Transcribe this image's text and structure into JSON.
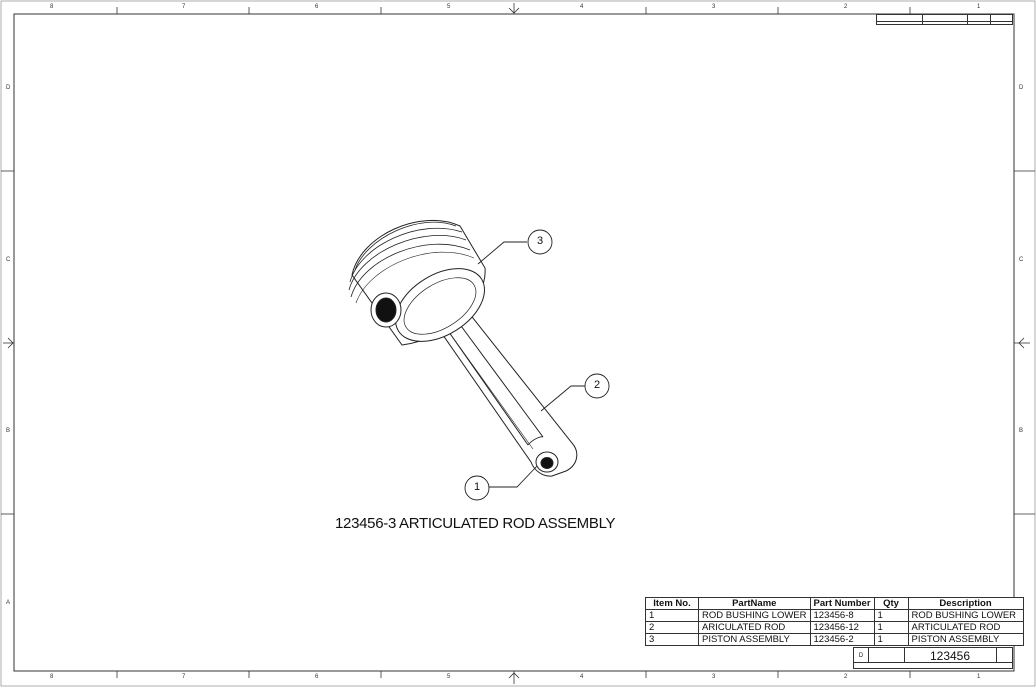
{
  "sheet": {
    "zones_horizontal": [
      "8",
      "7",
      "6",
      "5",
      "4",
      "3",
      "2",
      "1"
    ],
    "zones_vertical": [
      "D",
      "C",
      "B",
      "A"
    ]
  },
  "assembly": {
    "title": "123456-3 ARTICULATED ROD ASSEMBLY",
    "balloons": [
      "1",
      "2",
      "3"
    ]
  },
  "bom": {
    "headers": [
      "Item No.",
      "PartName",
      "Part Number",
      "Qty",
      "Description"
    ],
    "rows": [
      [
        "1",
        "ROD BUSHING LOWER",
        "123456-8",
        "1",
        "ROD BUSHING LOWER"
      ],
      [
        "2",
        "ARICULATED ROD",
        "123456-12",
        "1",
        "ARTICULATED ROD"
      ],
      [
        "3",
        "PISTON ASSEMBLY",
        "123456-2",
        "1",
        "PISTON ASSEMBLY"
      ]
    ]
  },
  "title_block": {
    "size": "D",
    "drawing_number": "123456"
  },
  "colors": {
    "line": "#333333",
    "background": "#ffffff"
  }
}
